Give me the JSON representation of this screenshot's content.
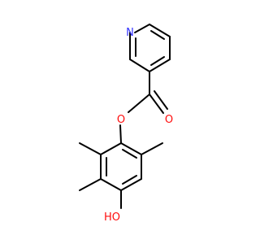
{
  "molecule": {
    "atoms": {
      "n1": {
        "label": "N",
        "color": "#3333ff"
      },
      "o_ether": {
        "label": "O",
        "color": "#ff0d0d"
      },
      "o_carbonyl": {
        "label": "O",
        "color": "#ff0d0d"
      },
      "hydroxyl": {
        "label": "HO",
        "color": "#ff0d0d"
      }
    },
    "bond_color": "#000000"
  }
}
